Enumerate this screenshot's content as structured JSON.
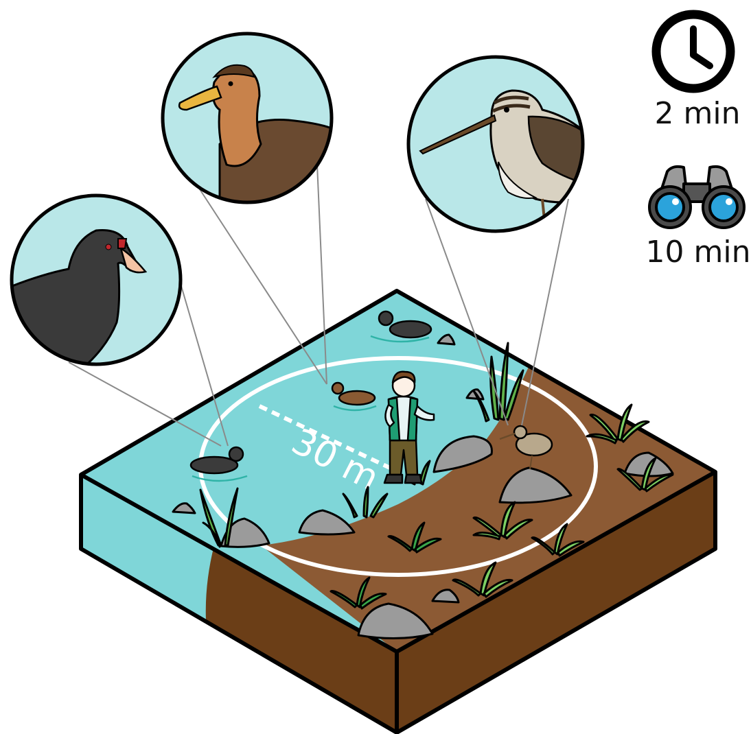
{
  "survey": {
    "radius_label": "30 m",
    "listen_time": "2 min",
    "watch_time": "10 min"
  },
  "icons": {
    "timer": "clock-icon",
    "observation": "binoculars-icon"
  },
  "species_callouts": [
    {
      "name": "coot-callout"
    },
    {
      "name": "duck-callout"
    },
    {
      "name": "snipe-callout"
    }
  ],
  "colors": {
    "water": "#7fd6d8",
    "water_side": "#7fd6d8",
    "soil": "#8c5a34",
    "soil_side": "#6b3e17",
    "rock": "#9b9b9b",
    "plant": "#7ccf63",
    "outline": "#000000",
    "callout_bg": "#b9e7e8",
    "binocular_lens": "#2ba3db"
  }
}
